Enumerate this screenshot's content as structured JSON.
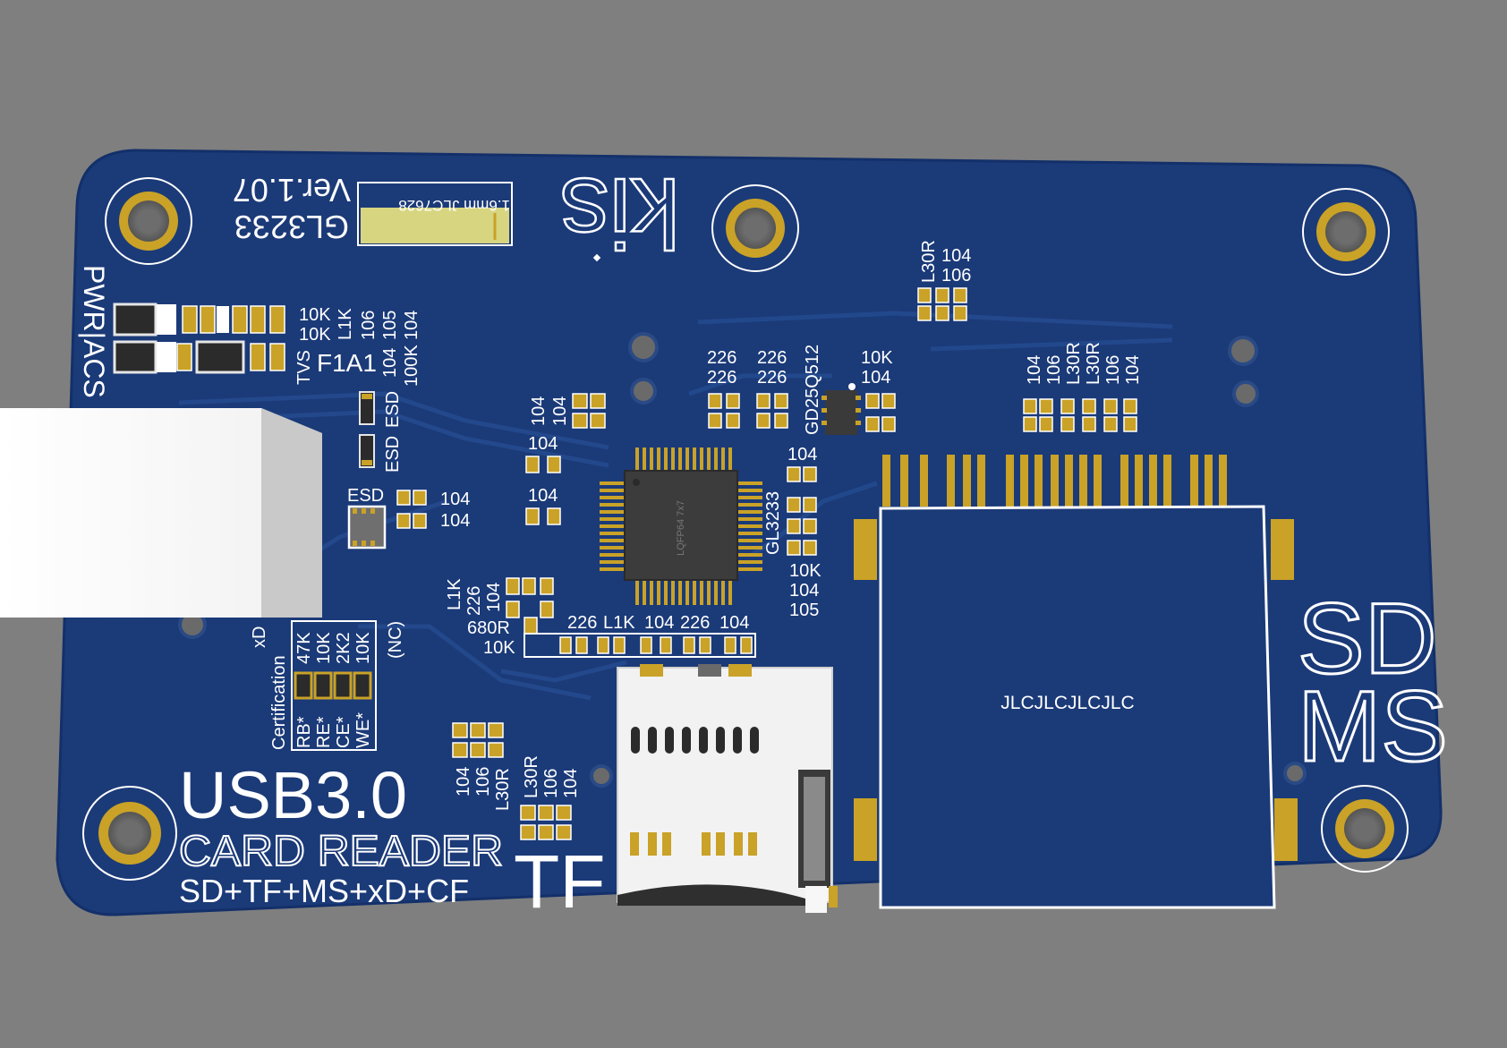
{
  "scene": {
    "background_color": "#7f7f7f",
    "board_color": "#1b3a78",
    "pad_color": "#c9a227",
    "silk_color": "#ffffff"
  },
  "board": {
    "logo": {
      "text": "kis"
    },
    "version": {
      "line1": "Ver.1.07",
      "line2": "GL3233"
    },
    "fab_note": "1.6mm JLC7628",
    "side_label": "PWR|ACS",
    "tf_label": "TF",
    "sd_label": "SD",
    "ms_label": "MS",
    "footer": {
      "title": "USB3.0",
      "subtitle": "CARD READER",
      "formats": "SD+TF+MS+xD+CF"
    },
    "slot_text": "JLCJLCJLCJLC",
    "chip_text": "LQFP64 7x7",
    "cert": {
      "header_1": "xD",
      "header_2": "Certification",
      "values": [
        "47K",
        "10K",
        "2K2",
        "10K"
      ],
      "signals": [
        "RB*",
        "RE*",
        "CE*",
        "WE*"
      ],
      "note": "(NC)"
    },
    "labels": {
      "top_left_r1": "10K",
      "top_left_r2": "10K",
      "top_left_r3": "TVS",
      "tl_col_a_1": "L1K",
      "tl_col_a_2": "F1A1",
      "tl_col_b_1": "106",
      "tl_col_b_2": "104",
      "tl_col_c_1": "105",
      "tl_col_c_2": "100K",
      "tl_col_d": "104",
      "esd_v1": "ESD",
      "esd_v2": "ESD",
      "esd_chip": "ESD",
      "esd_104_a": "104",
      "esd_104_b": "104",
      "mid_104_a": "104",
      "mid_104_b": "104",
      "mid_104_c": "104",
      "mid_104_d": "104",
      "cap_226_a": "226",
      "cap_226_b": "226",
      "cap_226_c": "226",
      "cap_226_d": "226",
      "flash_label": "GD25Q512",
      "r_10k_top": "10K",
      "r_104_top": "104",
      "l30r_top": "L30R",
      "c104_top": "104",
      "c106_top": "106",
      "right_col_1": "104",
      "right_col_2": "106",
      "right_col_3": "L30R",
      "right_col_4": "L30R",
      "right_col_5": "106",
      "right_col_6": "104",
      "gl_104": "104",
      "gl_label": "GL3233",
      "gl_10k": "10K",
      "gl_104_b": "104",
      "gl_105": "105",
      "bl_l1k": "L1K",
      "bl_226": "226",
      "bl_104": "104",
      "bl_680r": "680R",
      "bl_10k": "10K",
      "row_226_a": "226",
      "row_l1k": "L1K",
      "row_104_a": "104",
      "row_226_b": "226",
      "row_104_b": "104",
      "tf_col_1": "104",
      "tf_col_2": "106",
      "tf_col_3": "L30R",
      "tf_col_4": "L30R",
      "tf_col_5": "106",
      "tf_col_6": "104"
    }
  }
}
